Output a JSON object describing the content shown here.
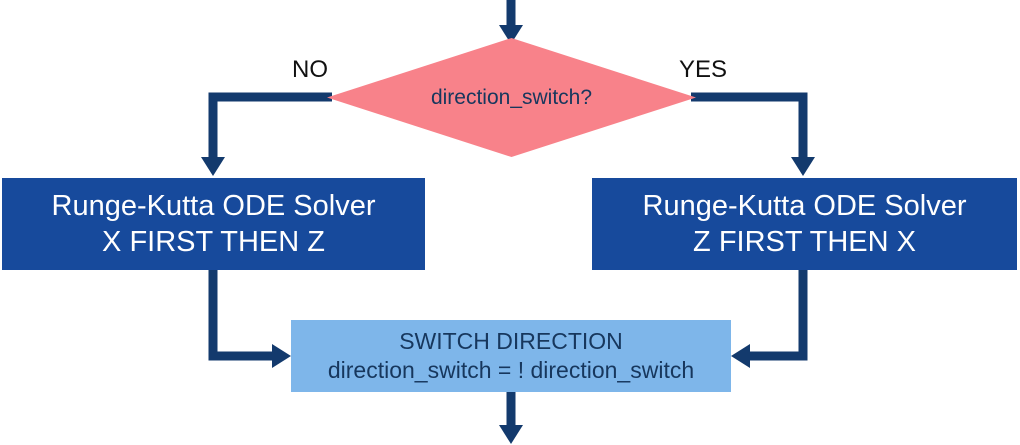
{
  "colors": {
    "arrow": "#133A6D",
    "diamond": "#F8828A",
    "navy-box": "#174A9C",
    "light-box": "#7EB6EA",
    "box-text": "#FFFFFF",
    "dark-text": "#17375D",
    "label-text": "#111111"
  },
  "diagram": {
    "decision": {
      "label": "direction_switch?"
    },
    "branch_no": {
      "label": "NO"
    },
    "branch_yes": {
      "label": "YES"
    },
    "left_box": {
      "line1": "Runge-Kutta ODE Solver",
      "line2": "X FIRST THEN Z"
    },
    "right_box": {
      "line1": "Runge-Kutta ODE Solver",
      "line2": "Z FIRST THEN X"
    },
    "switch_box": {
      "line1": "SWITCH DIRECTION",
      "line2": "direction_switch = ! direction_switch"
    }
  }
}
